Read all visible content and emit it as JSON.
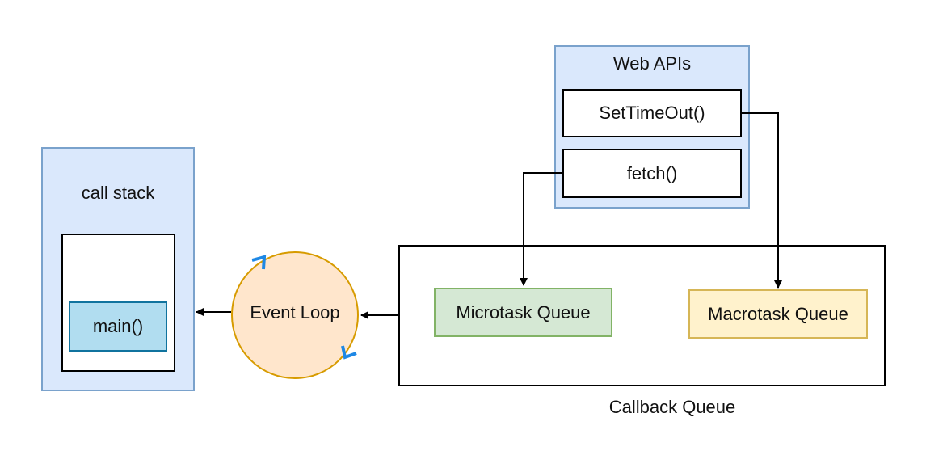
{
  "call_stack": {
    "title": "call stack",
    "frame": "main()"
  },
  "event_loop": {
    "label": "Event Loop"
  },
  "web_apis": {
    "title": "Web APIs",
    "items": [
      "SetTimeOut()",
      "fetch()"
    ]
  },
  "callback_queue": {
    "label": "Callback Queue",
    "microtask": "Microtask Queue",
    "macrotask": "Macrotask Queue"
  },
  "colors": {
    "container_fill": "#dae8fc",
    "container_stroke": "#7aa2cc",
    "frame_fill": "#b1ddf0",
    "frame_stroke": "#10739e",
    "loop_fill": "#ffe6cc",
    "loop_stroke": "#d79b00",
    "loop_arrow": "#1e88e5",
    "microtask_fill": "#d5e8d4",
    "microtask_stroke": "#82b366",
    "macrotask_fill": "#fff2cc",
    "macrotask_stroke": "#d6b656"
  }
}
